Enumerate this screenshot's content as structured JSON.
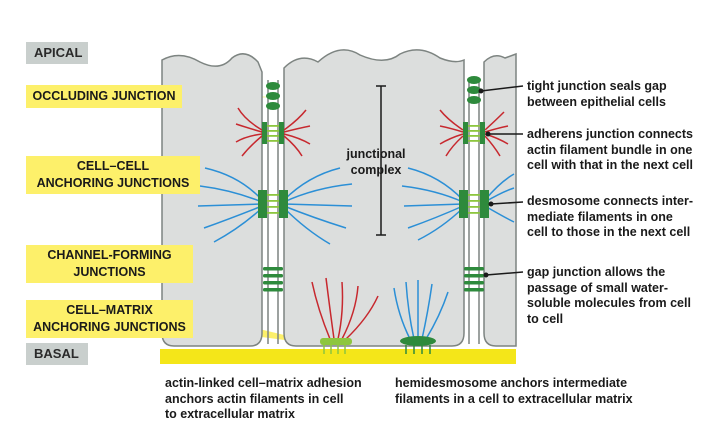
{
  "region_tags": {
    "apical": "APICAL",
    "basal": "BASAL"
  },
  "left_labels": {
    "occluding": [
      "OCCLUDING JUNCTION"
    ],
    "cell_cell": [
      "CELL–CELL",
      "ANCHORING JUNCTIONS"
    ],
    "channel": [
      "CHANNEL-FORMING",
      "JUNCTIONS"
    ],
    "cell_matrix": [
      "CELL–MATRIX",
      "ANCHORING JUNCTIONS"
    ]
  },
  "junctional_complex": [
    "junctional",
    "complex"
  ],
  "right_notes": {
    "tight": [
      "tight junction seals gap",
      "between epithelial cells"
    ],
    "adherens": [
      "adherens junction connects",
      "actin filament bundle in one",
      "cell with that in the next cell"
    ],
    "desmosome": [
      "desmosome connects inter-",
      "mediate filaments in one",
      "cell to those in the next cell"
    ],
    "gap": [
      "gap junction allows the",
      "passage of small water-",
      "soluble molecules from cell",
      "to cell"
    ]
  },
  "bottom_notes": {
    "actin_adhesion": [
      "actin-linked cell–matrix adhesion",
      "anchors actin filaments in cell",
      "to extracellular matrix"
    ],
    "hemidesmosome": [
      "hemidesmosome anchors intermediate",
      "filaments in a cell to extracellular matrix"
    ]
  },
  "colors": {
    "cell_fill": "#dcdedd",
    "cell_outline": "#7d8481",
    "basal_lamina": "#f4e619",
    "junction_green": "#2e8a3c",
    "light_green": "#8dc63f",
    "actin_red": "#c7282e",
    "intermediate_blue": "#2b8fd6",
    "callout_yellow": "#fdf06a",
    "tag_gray": "#c9cfcd"
  }
}
